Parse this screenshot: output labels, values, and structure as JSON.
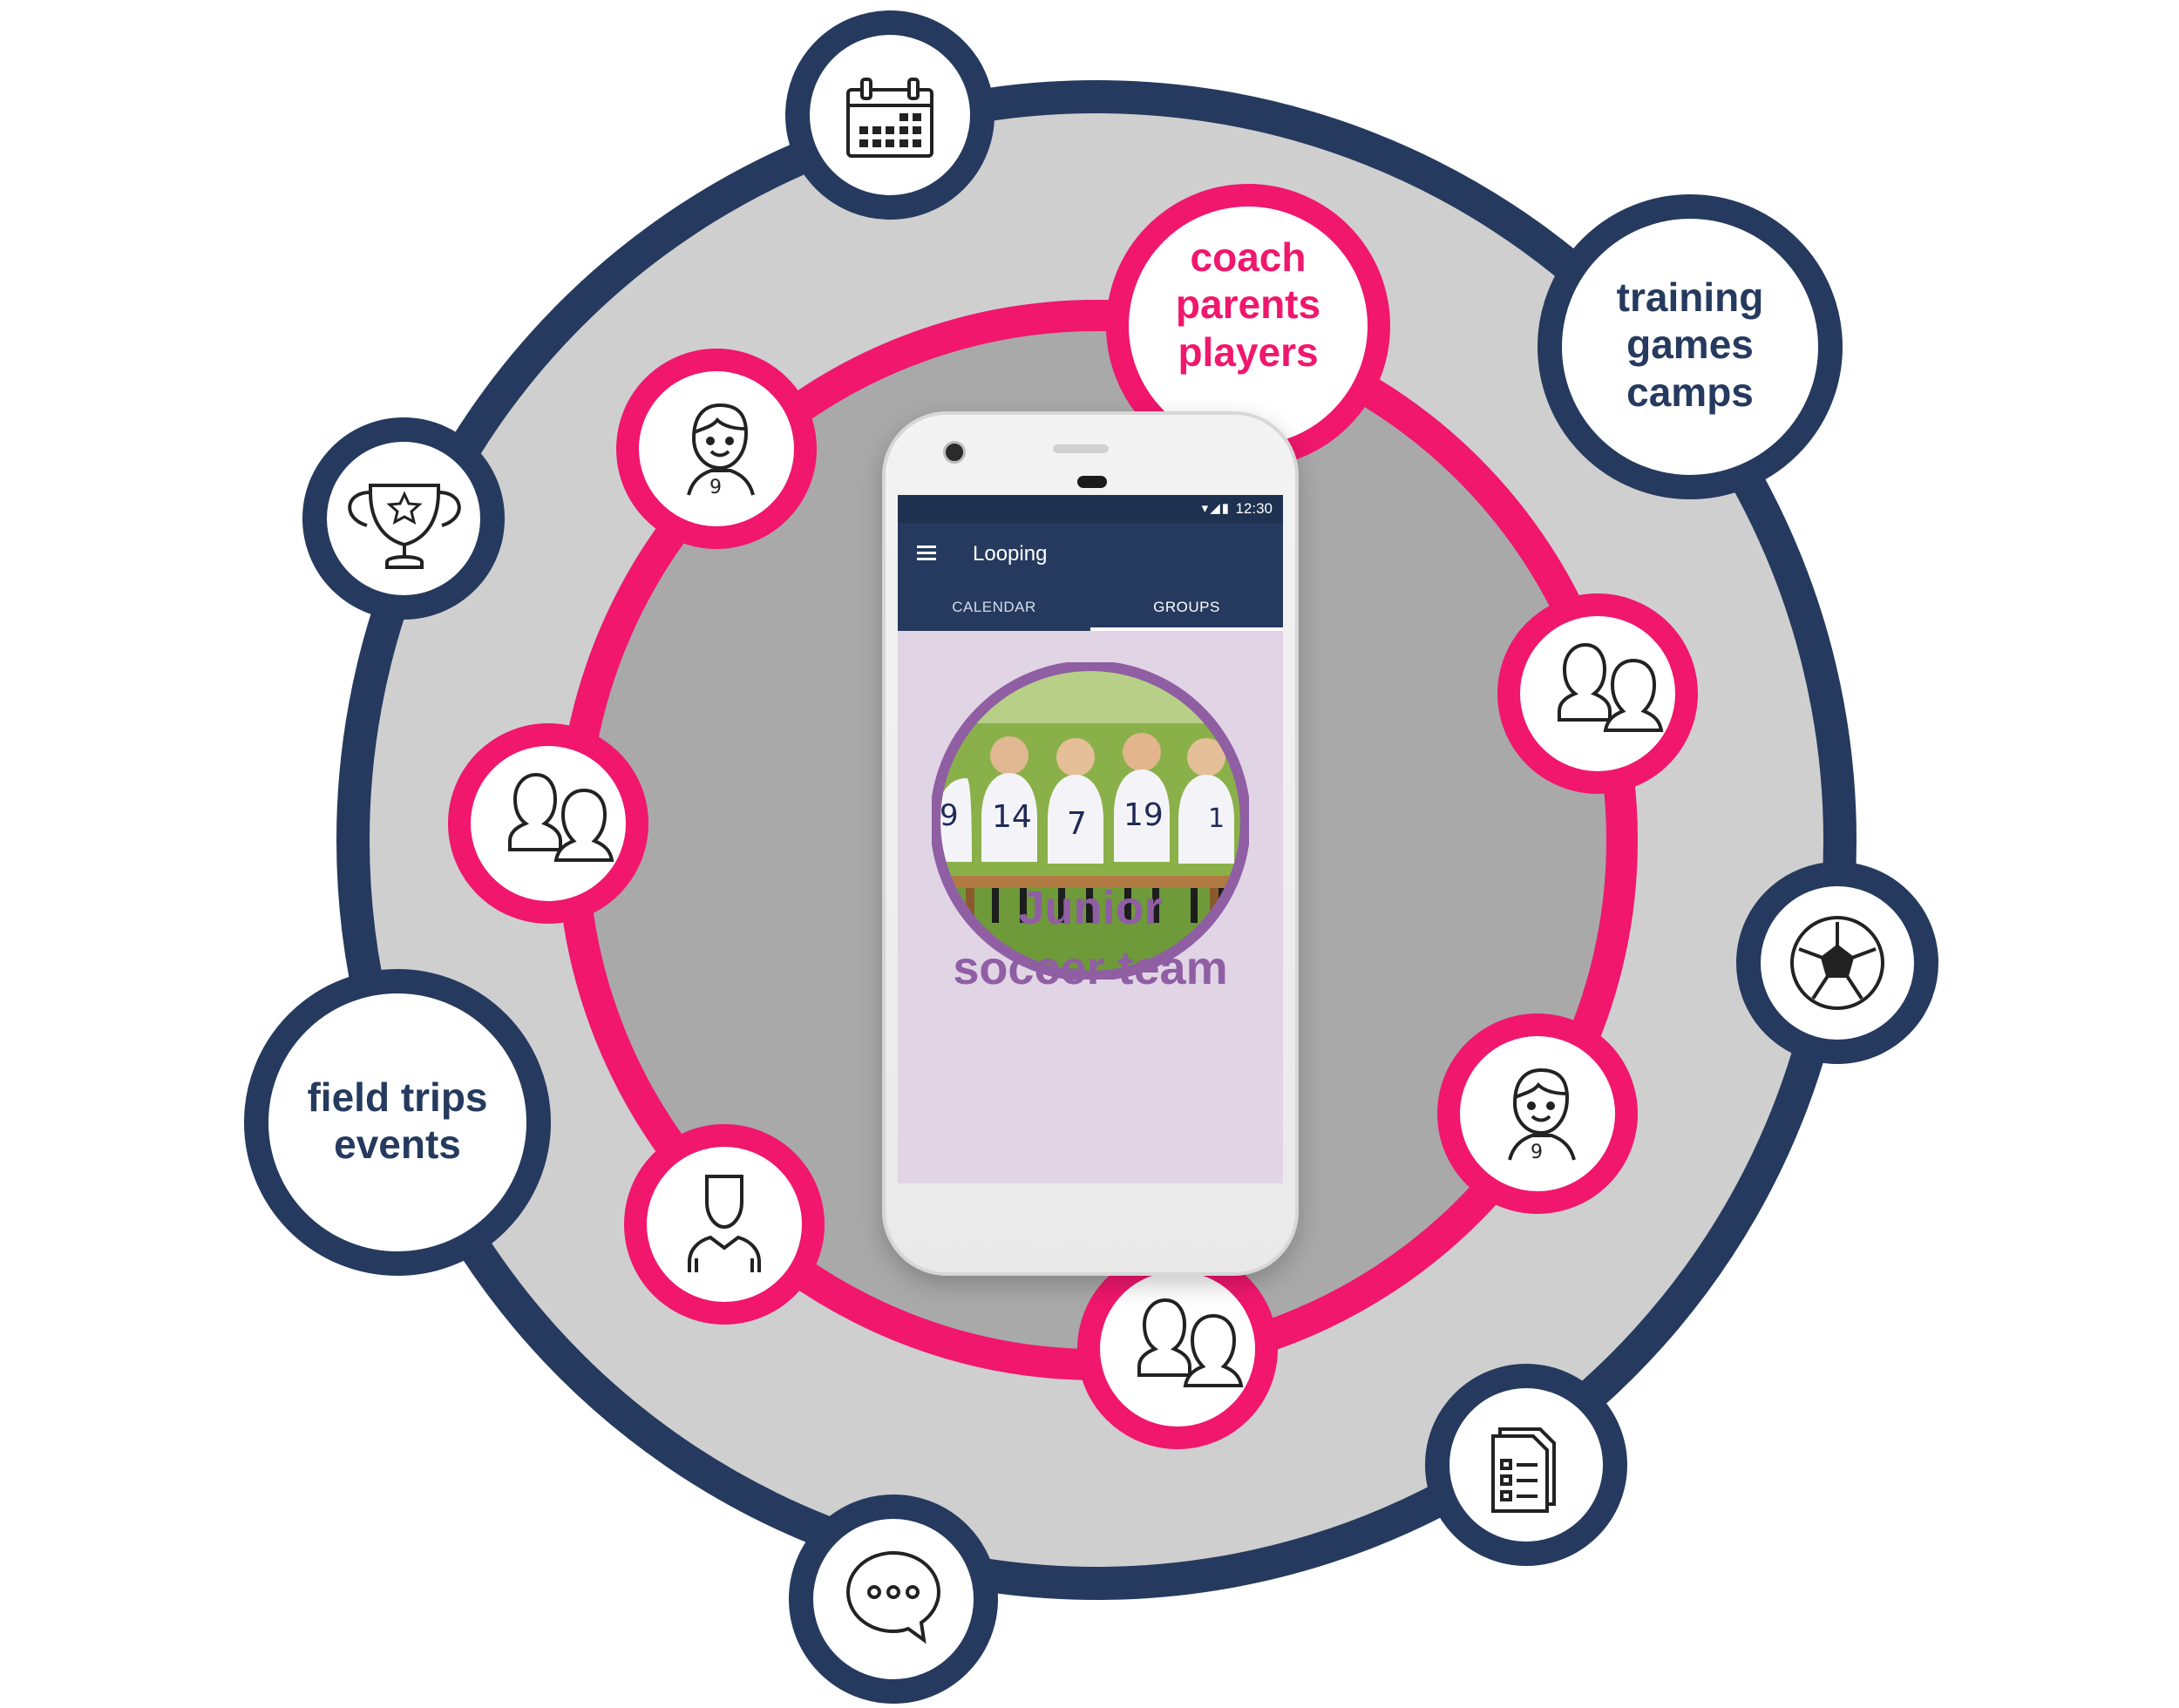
{
  "colors": {
    "navy": "#253a5e",
    "pink": "#f0176d",
    "outer_gray": "#cfcfcf",
    "inner_gray": "#a9a9a9",
    "screen_bg": "#e0d4e5",
    "team_purple": "#8f5ea3"
  },
  "outer_ring": {
    "nodes": [
      {
        "icon": "calendar-icon"
      },
      {
        "icon": "trophy-icon"
      },
      {
        "icon": "soccer-ball-icon"
      },
      {
        "icon": "checklist-document-icon"
      },
      {
        "icon": "chat-bubble-icon"
      }
    ],
    "activities_label": [
      "training",
      "games",
      "camps"
    ],
    "outings_label": [
      "field trips",
      "events"
    ]
  },
  "inner_ring": {
    "members_label": [
      "coach",
      "parents",
      "players"
    ],
    "nodes": [
      {
        "icon": "player-boy-icon"
      },
      {
        "icon": "parents-couple-icon"
      },
      {
        "icon": "coach-person-icon"
      },
      {
        "icon": "parents-couple-icon"
      },
      {
        "icon": "parents-couple-icon"
      },
      {
        "icon": "player-boy-icon"
      }
    ]
  },
  "phone": {
    "status_time": "12:30",
    "app_title": "Looping",
    "tabs": [
      {
        "label": "CALENDAR",
        "active": false
      },
      {
        "label": "GROUPS",
        "active": true
      }
    ],
    "jersey_numbers": [
      "9",
      "14",
      "7",
      "19",
      "1"
    ],
    "team_name": [
      "Junior",
      "soccer team"
    ]
  }
}
